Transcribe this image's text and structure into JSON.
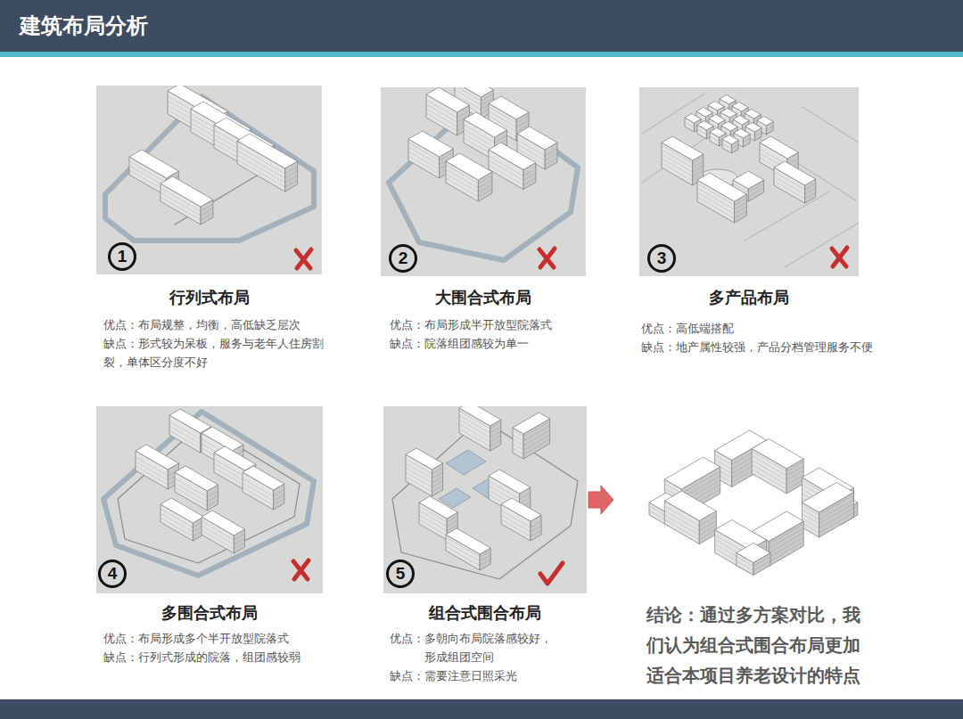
{
  "diagram": {
    "title": "建筑布局分析",
    "nodes": [
      {
        "text": [
          "行列式布局",
          "优点：布局规整，均衡，高低缺乏层次",
          "缺点：形式较为呆板，服务与老年人住房割裂，单体区分度不好"
        ]
      },
      {
        "text": [
          "1"
        ],
        "in": 0
      },
      {
        "text": [
          "大围合式布局",
          "优点：布局形成半开放型院落式",
          "缺点：院落组团感较为单一"
        ]
      },
      {
        "text": [
          "2"
        ],
        "in": 2
      },
      {
        "text": [
          "多产品布局",
          "优点：高低端搭配",
          "缺点：地产属性较强，产品分档管理服务不便"
        ]
      },
      {
        "text": [
          "3"
        ],
        "in": 4
      },
      {
        "text": [
          "多围合式布局",
          "优点：布局形成多个半开放型院落式",
          "缺点：行列式形成的院落，组团感较弱"
        ]
      },
      {
        "text": [
          "4"
        ],
        "in": 6
      },
      {
        "text": [
          "组合式围合布局",
          "优点：多朝向布局院落感较好，形成组团空间",
          "缺点：需要注意日照采光"
        ]
      },
      {
        "text": [
          "5"
        ],
        "in": 8
      }
    ],
    "labels": [
      "结论：通过多方案对比，我们认为组合式围合布局更加适合本项目养老设计的特点"
    ]
  }
}
